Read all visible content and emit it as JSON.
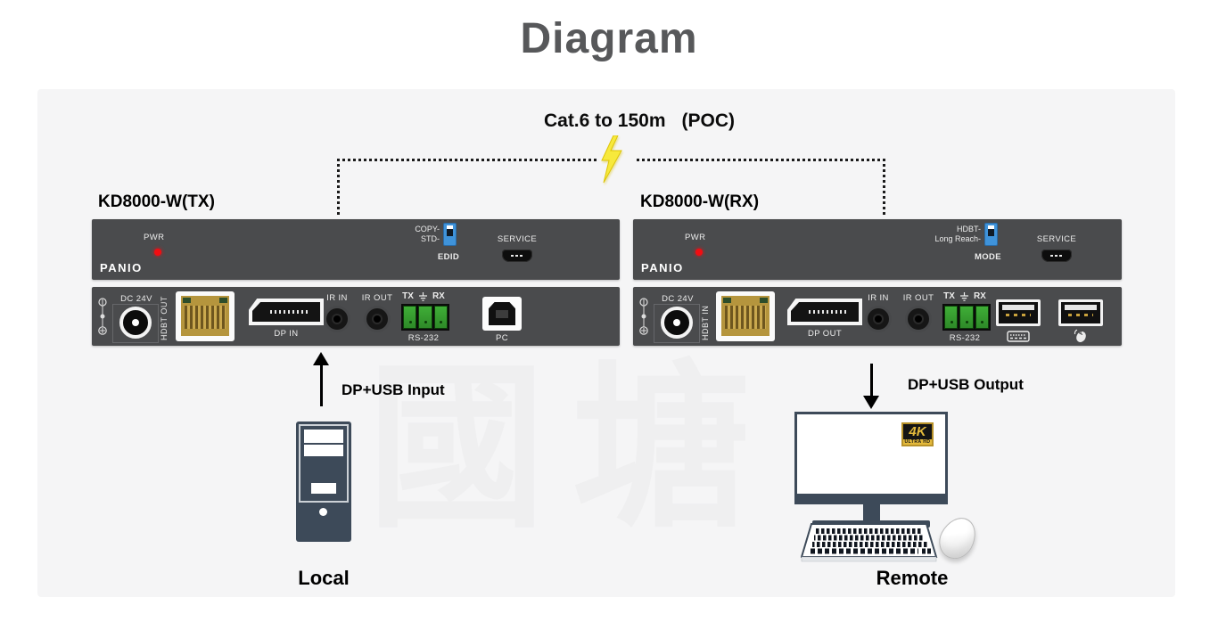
{
  "title": "Diagram",
  "watermark": "國塘",
  "link": {
    "cable": "Cat.6 to 150m",
    "poc": "(POC)"
  },
  "tx": {
    "name": "KD8000-W(TX)",
    "front": {
      "pwr": "PWR",
      "brand": "PANIO",
      "switch_pos1": "COPY-",
      "switch_pos2": "STD-",
      "switch_name": "EDID",
      "service": "SERVICE"
    },
    "rear": {
      "dc": "DC 24V",
      "hdbt": "HDBT OUT",
      "dp": "DP IN",
      "ir_in": "IR IN",
      "ir_out": "IR OUT",
      "serial_tx": "TX",
      "serial_rx": "RX",
      "serial": "RS-232",
      "usb": "PC"
    }
  },
  "rx": {
    "name": "KD8000-W(RX)",
    "front": {
      "pwr": "PWR",
      "brand": "PANIO",
      "switch_pos1": "HDBT-",
      "switch_pos2": "Long Reach-",
      "switch_name": "MODE",
      "service": "SERVICE"
    },
    "rear": {
      "dc": "DC 24V",
      "hdbt": "HDBT IN",
      "dp": "DP OUT",
      "ir_in": "IR IN",
      "ir_out": "IR OUT",
      "serial_tx": "TX",
      "serial_rx": "RX",
      "serial": "RS-232"
    }
  },
  "local": {
    "arrow_label": "DP+USB Input",
    "caption": "Local"
  },
  "remote": {
    "arrow_label": "DP+USB Output",
    "caption": "Remote",
    "badge_main": "4K",
    "badge_sub": "ULTRA HD"
  }
}
